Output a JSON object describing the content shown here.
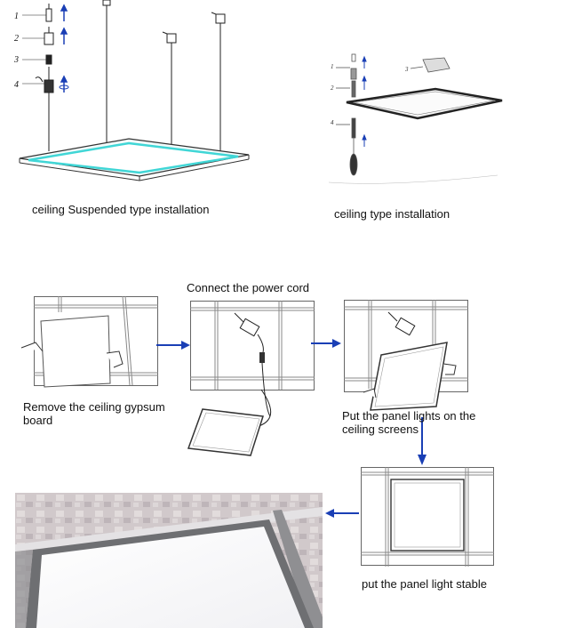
{
  "top_left": {
    "caption": "ceiling Suspended type installation",
    "step_numbers": [
      "1",
      "2",
      "3",
      "4"
    ]
  },
  "top_right": {
    "caption": "ceiling type installation",
    "step_numbers": [
      "1",
      "2",
      "3",
      "4"
    ]
  },
  "steps": {
    "connect_power": "Connect the power cord",
    "remove_board": "Remove the ceiling gypsum board",
    "put_panel": "Put the panel lights on the ceiling screens",
    "stable": "put the panel light stable"
  },
  "colors": {
    "arrow_blue": "#1a3fb5",
    "glow_cyan": "#40d6d6",
    "line": "#333333"
  }
}
